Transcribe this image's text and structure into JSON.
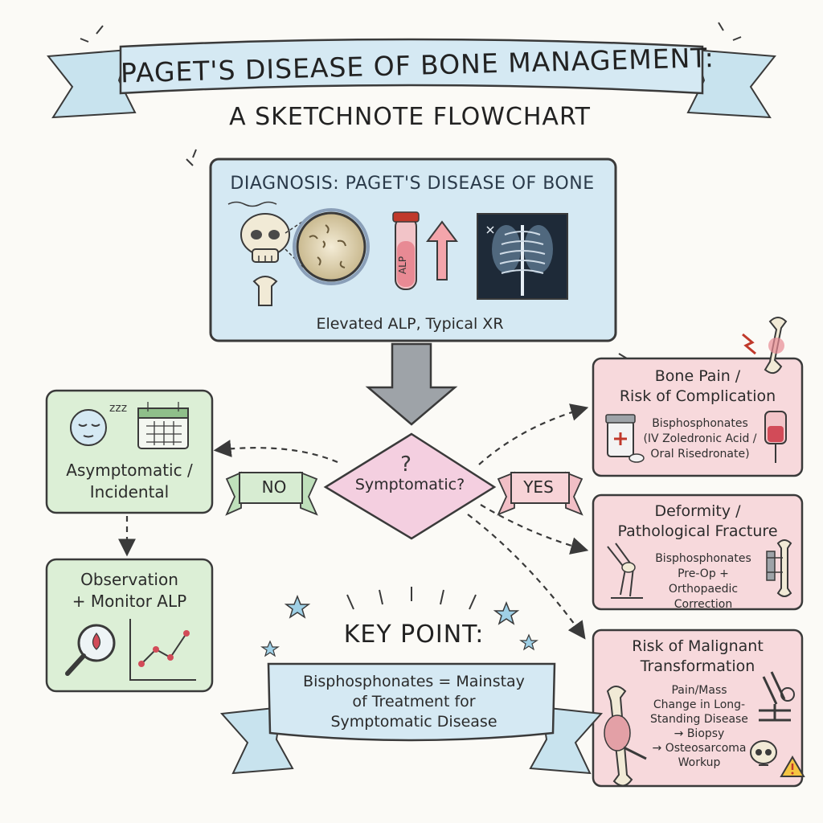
{
  "title": {
    "line1": "PAGET'S DISEASE OF BONE MANAGEMENT:",
    "line2": "A SKETCHNOTE FLOWCHART"
  },
  "diagnosis": {
    "heading": "DIAGNOSIS: PAGET'S DISEASE OF BONE",
    "tube_label": "ALP",
    "caption": "Elevated ALP, Typical XR"
  },
  "decision": {
    "question": "Symptomatic?",
    "no_label": "NO",
    "yes_label": "YES"
  },
  "asymptomatic": {
    "line1": "Asymptomatic /",
    "line2": "Incidental"
  },
  "observation": {
    "line1": "Observation",
    "line2": "+ Monitor ALP"
  },
  "bone_pain": {
    "title1": "Bone Pain /",
    "title2": "Risk of Complication",
    "detail": [
      "Bisphosphonates",
      "(IV Zoledronic Acid /",
      "Oral Risedronate)"
    ]
  },
  "deformity": {
    "title1": "Deformity /",
    "title2": "Pathological Fracture",
    "detail": [
      "Bisphosphonates",
      "Pre-Op +",
      "Orthopaedic Correction"
    ]
  },
  "malignant": {
    "title1": "Risk of Malignant",
    "title2": "Transformation",
    "detail": [
      "Pain/Mass",
      "Change in Long-",
      "Standing Disease",
      "→ Biopsy",
      "→ Osteosarcoma",
      "Workup"
    ]
  },
  "key_point": {
    "title": "KEY POINT:",
    "line1": "Bisphosphonates = Mainstay",
    "line2": "of Treatment for",
    "line3": "Symptomatic Disease"
  },
  "colors": {
    "blue_fill": "#d5e9f3",
    "green_fill": "#dcefd6",
    "red_fill": "#f7d9dc",
    "pink_diamond": "#f4cfe0",
    "outline": "#3a3a3a"
  },
  "icons": [
    "sleeping-face-icon",
    "calendar-icon",
    "magnifier-blood-icon",
    "line-chart-icon",
    "pill-bottle-icon",
    "iv-bag-icon",
    "knee-bone-icon",
    "bone-fixation-icon",
    "microscope-icon",
    "skull-icon",
    "warning-icon",
    "star-icon",
    "skull-bone-icon",
    "bone-tissue-icon",
    "test-tube-icon",
    "xray-icon"
  ]
}
